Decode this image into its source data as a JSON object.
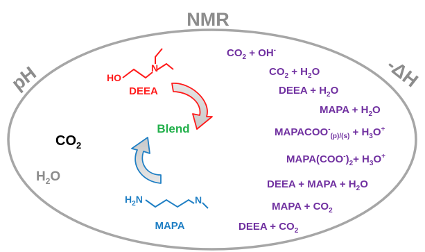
{
  "labels": {
    "nmr": "NMR",
    "ph": "pH",
    "enthalpy": "-ΔH",
    "co2_left": "CO",
    "co2_left_sub": "2",
    "h2o_left_a": "H",
    "h2o_left_sub": "2",
    "h2o_left_b": "O",
    "deea_oh": "HO",
    "deea_n": "N",
    "deea_name": "DEEA",
    "blend": "Blend",
    "mapa_h2n_a": "H",
    "mapa_h2n_sub": "2",
    "mapa_h2n_b": "N",
    "mapa_n": "N",
    "mapa_name": "MAPA"
  },
  "reactions": [
    {
      "parts": [
        [
          "t",
          "CO"
        ],
        [
          "sub",
          "2"
        ],
        [
          "t",
          " + OH"
        ],
        [
          "sup",
          "-"
        ]
      ]
    },
    {
      "parts": [
        [
          "t",
          "CO"
        ],
        [
          "sub",
          "2"
        ],
        [
          "t",
          " + H"
        ],
        [
          "sub",
          "2"
        ],
        [
          "t",
          "O"
        ]
      ]
    },
    {
      "parts": [
        [
          "t",
          "DEEA + H"
        ],
        [
          "sub",
          "2"
        ],
        [
          "t",
          "O"
        ]
      ]
    },
    {
      "parts": [
        [
          "t",
          "MAPA + H"
        ],
        [
          "sub",
          "2"
        ],
        [
          "t",
          "O"
        ]
      ]
    },
    {
      "parts": [
        [
          "t",
          "MAPACOO"
        ],
        [
          "sup",
          "-"
        ],
        [
          "sub",
          "(p)/(s)"
        ],
        [
          "t",
          " + H"
        ],
        [
          "sub",
          "3"
        ],
        [
          "t",
          "O"
        ],
        [
          "sup",
          "+"
        ]
      ]
    },
    {
      "parts": [
        [
          "t",
          "MAPA(COO"
        ],
        [
          "sup",
          "-"
        ],
        [
          "t",
          ")"
        ],
        [
          "sub",
          "2"
        ],
        [
          "t",
          "+ H"
        ],
        [
          "sub",
          "3"
        ],
        [
          "t",
          "O"
        ],
        [
          "sup",
          "+"
        ]
      ]
    },
    {
      "parts": [
        [
          "t",
          "DEEA + MAPA + H"
        ],
        [
          "sub",
          "2"
        ],
        [
          "t",
          "O"
        ]
      ]
    },
    {
      "parts": [
        [
          "t",
          "MAPA + CO"
        ],
        [
          "sub",
          "2"
        ]
      ]
    },
    {
      "parts": [
        [
          "t",
          "DEEA + CO"
        ],
        [
          "sub",
          "2"
        ]
      ]
    }
  ],
  "colors": {
    "ellipse": "#a6a6a6",
    "gray_text": "#8c8c8c",
    "deea": "#ff1a1a",
    "blend": "#22b04b",
    "mapa": "#1f7fc4",
    "reaction": "#7030a0",
    "black": "#000000",
    "arrow_fill": "#d9d9d9"
  }
}
